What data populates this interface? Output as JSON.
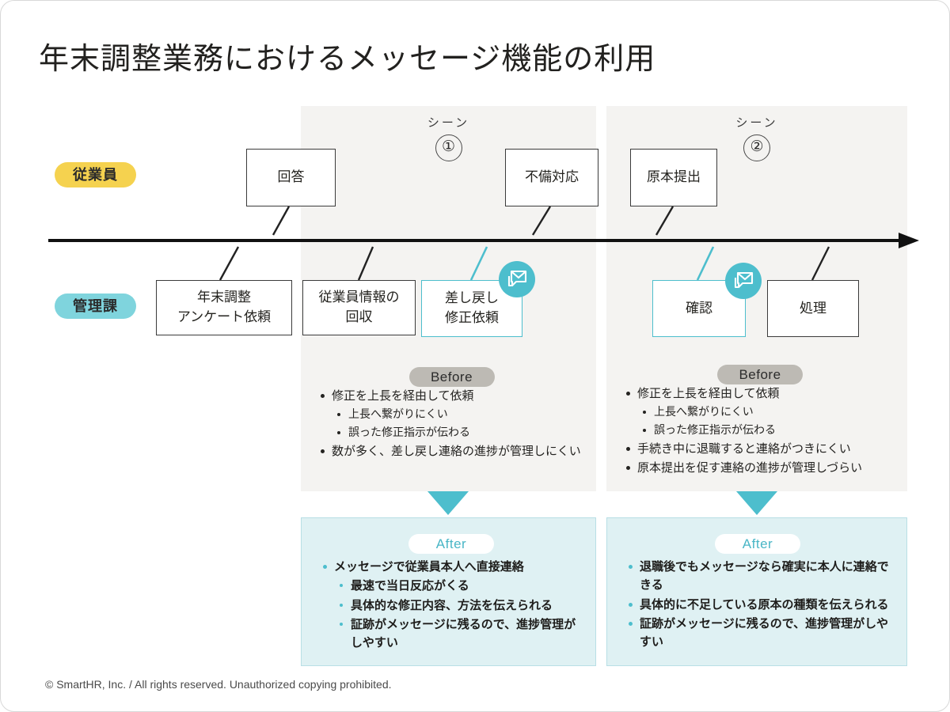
{
  "slide": {
    "title": "年末調整業務におけるメッセージ機能の利用",
    "footer": "© SmartHR, Inc. / All rights reserved. Unauthorized copying prohibited."
  },
  "colors": {
    "accent_cyan": "#4dbecd",
    "lane_employee_yellow": "#f5d24f",
    "lane_admin_cyan": "#7fd4dd",
    "before_pill_gray": "#bdbab4",
    "after_panel_bg": "#dff1f3",
    "scene_panel_bg": "#f4f3f1",
    "line_black": "#1a1a1a"
  },
  "lanes": [
    {
      "id": "employee",
      "label": "従業員"
    },
    {
      "id": "admin",
      "label": "管理課"
    }
  ],
  "scenes": [
    {
      "kicker": "シーン",
      "number": "①",
      "before": {
        "label": "Before",
        "items": [
          {
            "level": 1,
            "text": "修正を上長を経由して依頼"
          },
          {
            "level": 2,
            "text": "上長へ繋がりにくい"
          },
          {
            "level": 2,
            "text": "誤った修正指示が伝わる"
          },
          {
            "level": 1,
            "text": "数が多く、差し戻し連絡の進捗が管理しにくい"
          }
        ]
      },
      "after": {
        "label": "After",
        "items": [
          {
            "level": 1,
            "text": "メッセージで従業員本人へ直接連絡"
          },
          {
            "level": 2,
            "text": "最速で当日反応がくる"
          },
          {
            "level": 2,
            "text": "具体的な修正内容、方法を伝えられる"
          },
          {
            "level": 2,
            "text": "証跡がメッセージに残るので、進捗管理がしやすい"
          }
        ]
      }
    },
    {
      "kicker": "シーン",
      "number": "②",
      "before": {
        "label": "Before",
        "items": [
          {
            "level": 1,
            "text": "修正を上長を経由して依頼"
          },
          {
            "level": 2,
            "text": "上長へ繋がりにくい"
          },
          {
            "level": 2,
            "text": "誤った修正指示が伝わる"
          },
          {
            "level": 1,
            "text": "手続き中に退職すると連絡がつきにくい"
          },
          {
            "level": 1,
            "text": "原本提出を促す連絡の進捗が管理しづらい"
          }
        ]
      },
      "after": {
        "label": "After",
        "items": [
          {
            "level": 1,
            "text": "退職後でもメッセージなら確実に本人に連絡できる"
          },
          {
            "level": 1,
            "text": "具体的に不足している原本の種類を伝えられる"
          },
          {
            "level": 1,
            "text": "証跡がメッセージに残るので、進捗管理がしやすい"
          }
        ]
      }
    }
  ],
  "boxes": {
    "kickoff": {
      "text": "年末調整\nアンケート依頼",
      "lane": "admin",
      "highlight": false
    },
    "answer": {
      "text": "回答",
      "lane": "employee",
      "highlight": false
    },
    "collect": {
      "text": "従業員情報の\n回収",
      "lane": "admin",
      "highlight": false
    },
    "defect": {
      "text": "不備対応",
      "lane": "employee",
      "highlight": false
    },
    "returnfix": {
      "text": "差し戻し\n修正依頼",
      "lane": "admin",
      "highlight": true
    },
    "original": {
      "text": "原本提出",
      "lane": "employee",
      "highlight": false
    },
    "confirm": {
      "text": "確認",
      "lane": "admin",
      "highlight": true
    },
    "process": {
      "text": "処理",
      "lane": "admin",
      "highlight": false
    }
  },
  "icons": {
    "message_badge": "message-envelope-icon"
  }
}
